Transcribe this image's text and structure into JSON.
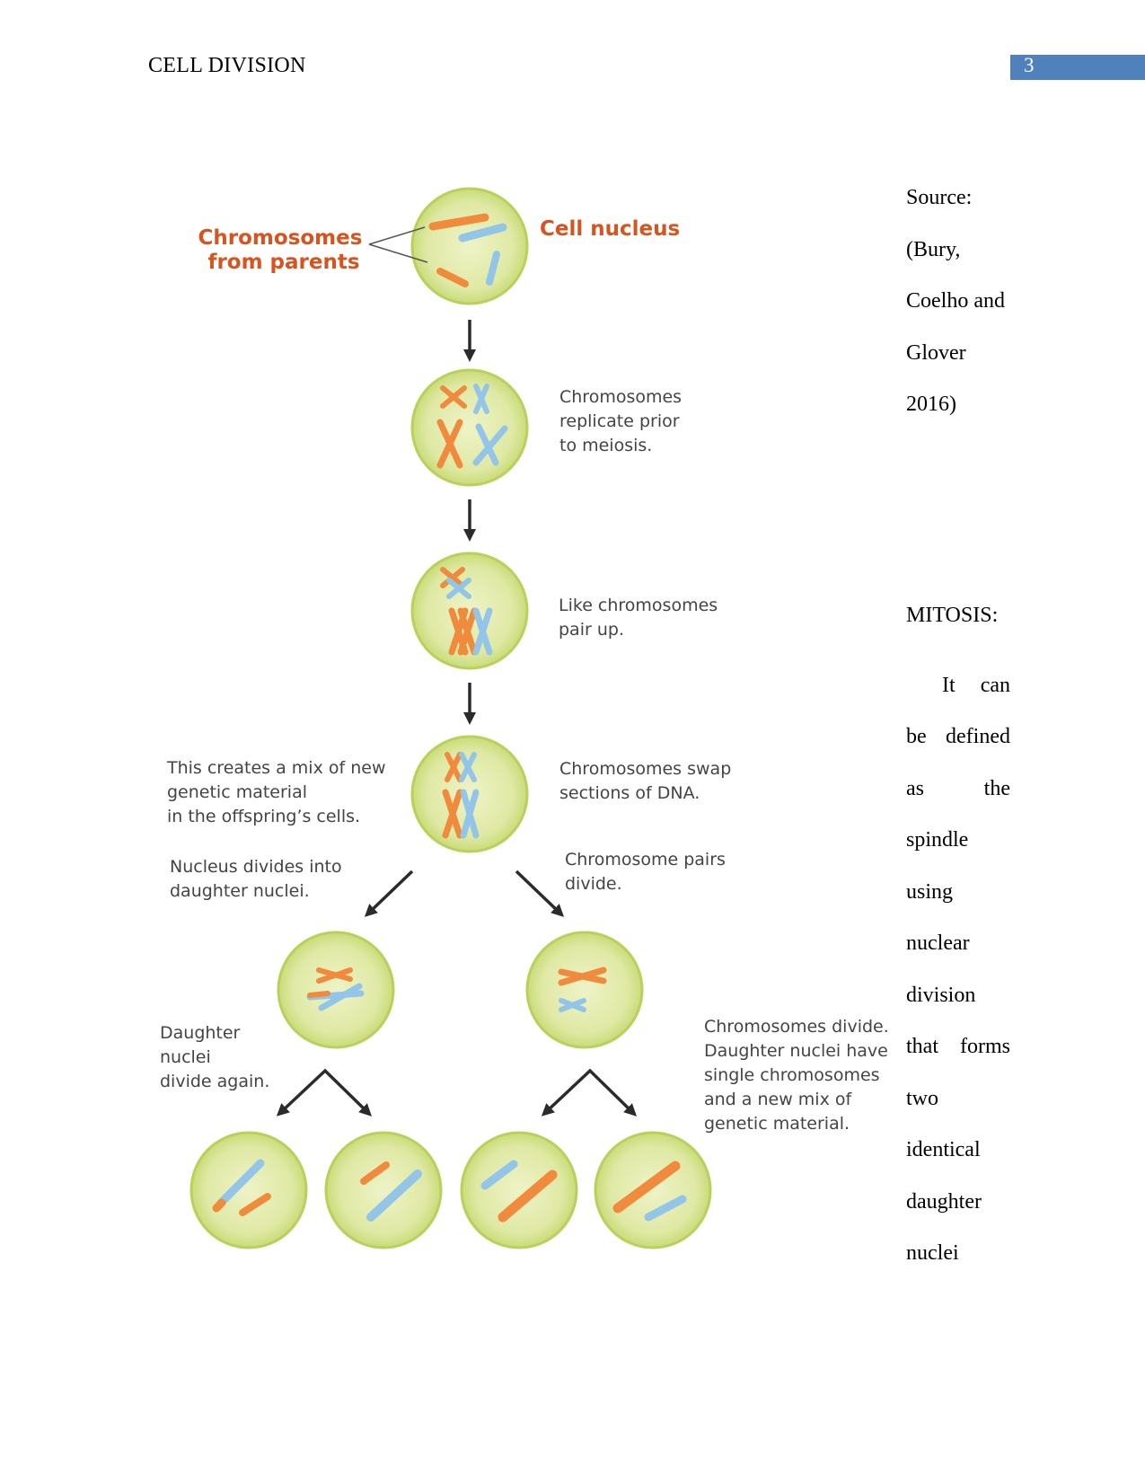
{
  "header": {
    "title": "CELL DIVISION",
    "page_number": "3",
    "accent_color": "#4f81bd"
  },
  "diagram": {
    "labels": {
      "chromosomes_from_parents": [
        "Chromosomes",
        "from parents"
      ],
      "cell_nucleus": "Cell nucleus",
      "replicate": [
        "Chromosomes",
        "replicate prior",
        "to meiosis."
      ],
      "pair_up": [
        "Like chromosomes",
        "pair up."
      ],
      "swap": [
        "Chromosomes swap",
        "sections of DNA."
      ],
      "mix": [
        "This creates a mix of new",
        "genetic material",
        "in the offspring’s cells."
      ],
      "nucleus_divides": [
        "Nucleus divides into",
        "daughter nuclei."
      ],
      "pairs_divide": [
        "Chromosome pairs",
        "divide."
      ],
      "daughter_divide_again": [
        "Daughter",
        "nuclei",
        "divide again."
      ],
      "chromosomes_divide": [
        "Chromosomes divide.",
        "Daughter nuclei have",
        "single chromosomes",
        "and a new mix of",
        "genetic material."
      ]
    },
    "colors": {
      "cell_fill": "#dfe9a4",
      "cell_edge": "#b9d05a",
      "maternal_chromosome": "#f08a3c",
      "paternal_chromosome": "#93c5e8",
      "highlight_label": "#d9531e",
      "body_label": "#444444",
      "arrow": "#2b2b2b"
    }
  },
  "sidebar": {
    "source_lines": [
      "Source:",
      "(Bury,",
      "Coelho and",
      "Glover",
      "2016)"
    ],
    "heading": "MITOSIS:",
    "body_lines": [
      [
        "It",
        "can"
      ],
      [
        "be",
        "defined"
      ],
      [
        "as",
        "the"
      ],
      [
        "spindle"
      ],
      [
        "using"
      ],
      [
        "nuclear"
      ],
      [
        "division"
      ],
      [
        "that",
        "forms"
      ],
      [
        "two"
      ],
      [
        "identical"
      ],
      [
        "daughter"
      ],
      [
        "nuclei"
      ]
    ]
  }
}
